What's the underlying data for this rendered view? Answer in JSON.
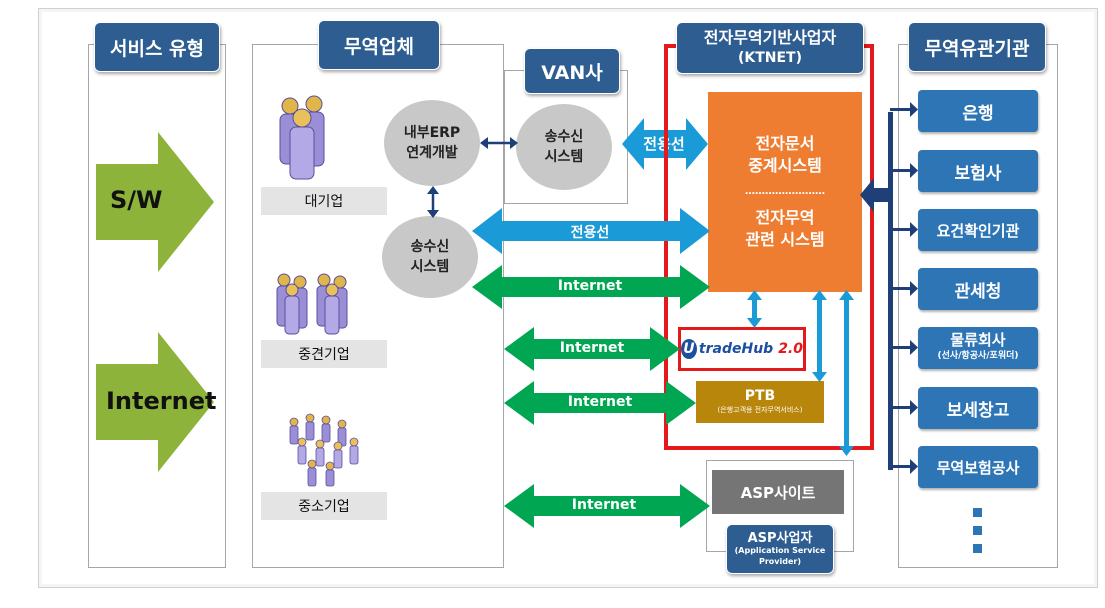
{
  "service_type": {
    "title": "서비스 유형",
    "sw": "S/W",
    "internet": "Internet"
  },
  "trade_company": {
    "title": "무역업체",
    "large": "대기업",
    "mid": "중견기업",
    "small": "중소기업",
    "erp": [
      "내부ERP",
      "연계개발"
    ],
    "tx_system": [
      "송수신",
      "시스템"
    ]
  },
  "van": {
    "title": "VAN사",
    "tx_system": [
      "송수신",
      "시스템"
    ]
  },
  "ktnet": {
    "title": "전자무역기반사업자",
    "subtitle": "(KTNET)",
    "relay": [
      "전자문서",
      "중계시스템"
    ],
    "divider": "……………………",
    "trade_system": [
      "전자무역",
      "관련 시스템"
    ],
    "utradehub_u": "U",
    "utradehub_text": "tradeHub",
    "utradehub_ver": "2.0",
    "ptb": "PTB",
    "ptb_sub": "(은행고객용 전자무역서비스)"
  },
  "asp": {
    "site": "ASP사이트",
    "provider": "ASP사업자",
    "provider_sub1": "(Application Service",
    "provider_sub2": "Provider)"
  },
  "links": {
    "dedicated": "전용선",
    "internet": "Internet"
  },
  "agencies": {
    "title": "무역유관기관",
    "items": [
      "은행",
      "보험사",
      "요건확인기관",
      "관세청",
      "물류회사",
      "보세창고",
      "무역보험공사"
    ],
    "logistics_sub": "(선사/항공사/포워더)"
  },
  "colors": {
    "header_blue": "#2e5d91",
    "agency_blue": "#2e75b6",
    "orange": "#ee7d31",
    "green_arrow": "#00a651",
    "blue_arrow": "#1a9ad6",
    "ptb_gold": "#b8860b",
    "red_border": "#e3191b",
    "sw_green": "#8db33a"
  }
}
